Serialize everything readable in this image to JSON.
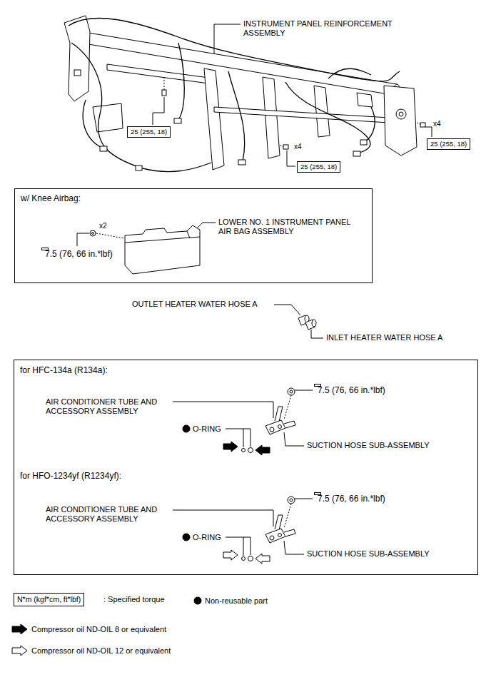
{
  "diagram": {
    "nodes": [
      {
        "text": [
          "25 (255, 18)"
        ]
      },
      {
        "text": [
          "25 (255, 18)"
        ]
      },
      {
        "text": [
          "25 (255, 18)"
        ]
      },
      {
        "text": [
          "w/ Knee Airbag:"
        ]
      },
      {
        "text": [
          "7.5 (76, 66 in.*lbf)"
        ],
        "in": 3
      },
      {
        "text": [
          "for HFC-134a (R134a):",
          "for HFO-1234yf (R1234yf):"
        ]
      },
      {
        "text": [
          "7.5 (76, 66 in.*lbf)"
        ],
        "in": 5
      },
      {
        "text": [
          "7.5 (76, 66 in.*lbf)"
        ],
        "in": 5
      },
      {
        "text": [
          "N*m (kgf*cm, ft*lbf)"
        ]
      }
    ],
    "labels": [
      "INSTRUMENT PANEL REINFORCEMENT ASSEMBLY",
      "x4",
      "x4",
      "LOWER NO. 1 INSTRUMENT PANEL AIR BAG ASSEMBLY",
      "x2",
      "OUTLET HEATER WATER HOSE A",
      "INLET HEATER WATER HOSE A",
      "AIR CONDITIONER TUBE AND ACCESSORY ASSEMBLY",
      "O-RING",
      "SUCTION HOSE SUB-ASSEMBLY",
      "AIR CONDITIONER TUBE AND ACCESSORY ASSEMBLY",
      "O-RING",
      "SUCTION HOSE SUB-ASSEMBLY"
    ],
    "legend": [
      {
        "text": ": Specified torque"
      },
      {
        "text": "Non-reusable part"
      },
      {
        "text": "Compressor oil ND-OIL 8 or equivalent"
      },
      {
        "text": "Compressor oil ND-OIL 12 or equivalent"
      }
    ]
  }
}
